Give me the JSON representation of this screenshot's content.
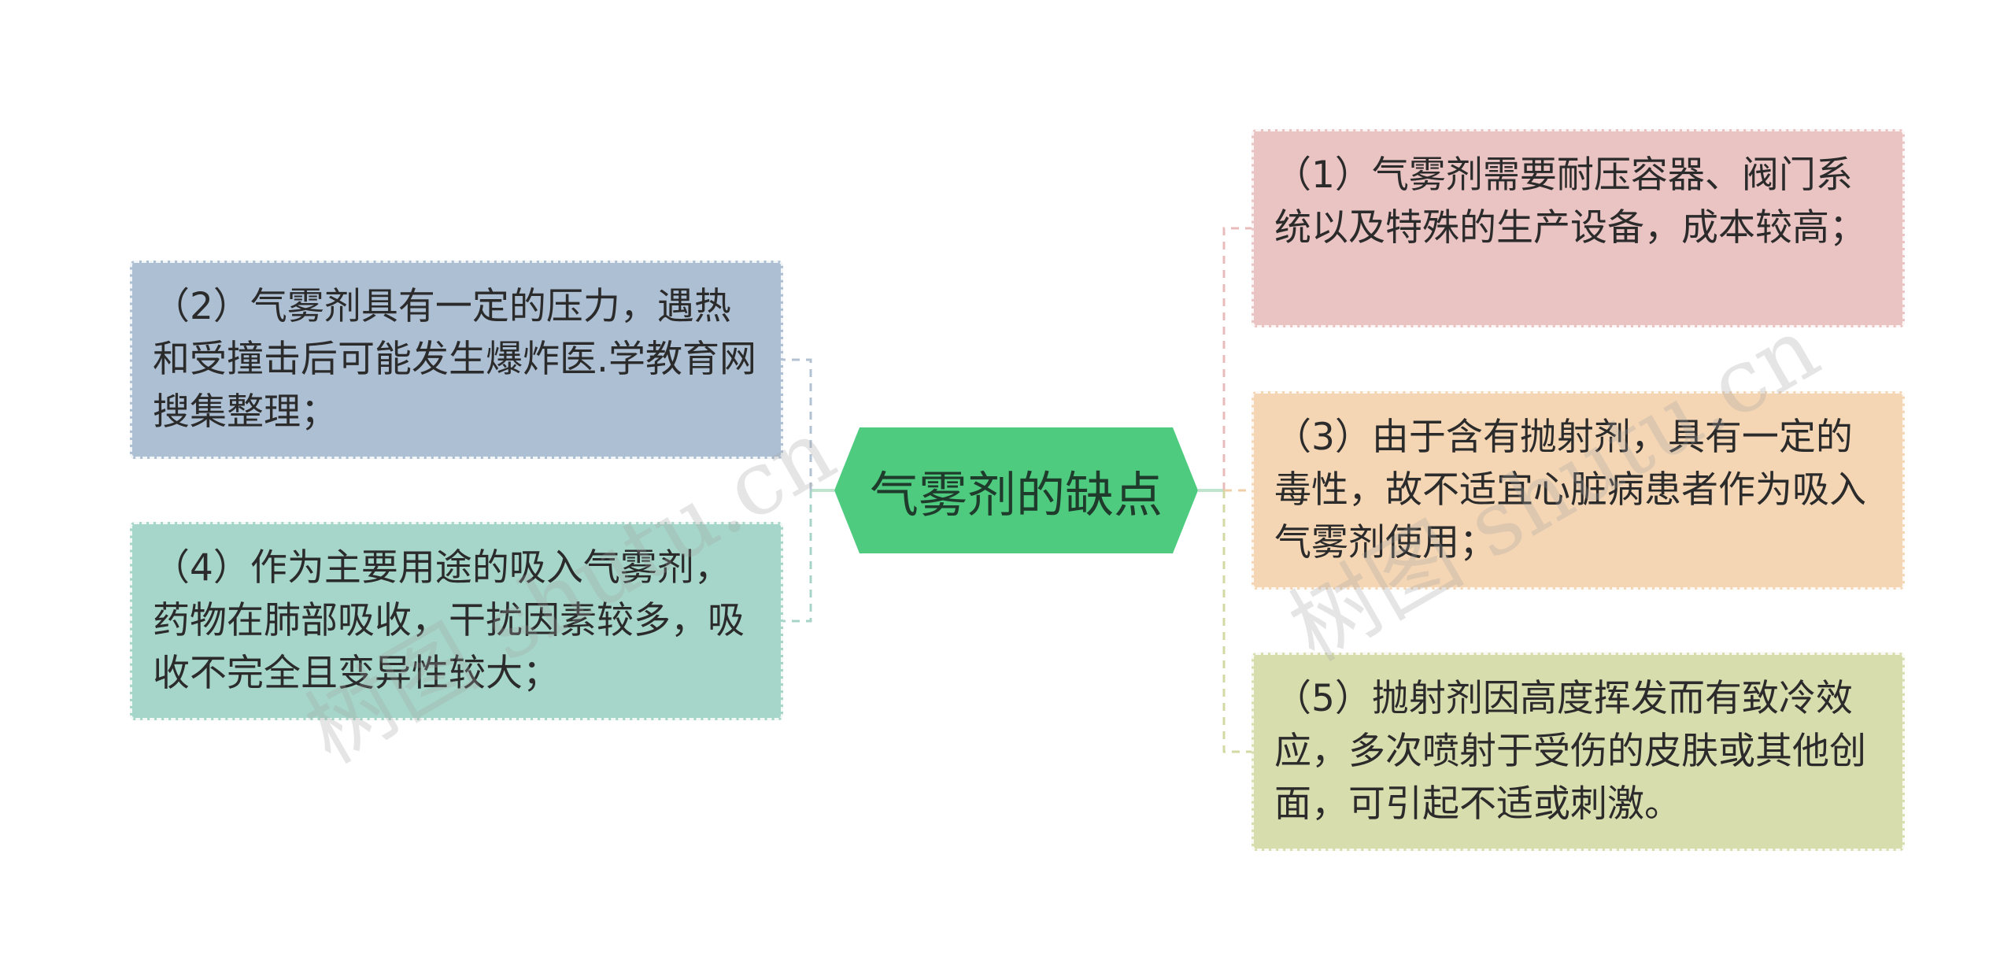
{
  "central": {
    "label": "气雾剂的缺点"
  },
  "branches": {
    "right": [
      {
        "text": "（1）气雾剂需要耐压容器、阀门系统以及特殊的生产设备，成本较高；",
        "color": "#eac3c3"
      },
      {
        "text": "（3）由于含有抛射剂，具有一定的毒性，故不适宜心脏病患者作为吸入气雾剂使用；",
        "color": "#f4d6b4"
      },
      {
        "text": "（5）抛射剂因高度挥发而有致冷效应，多次喷射于受伤的皮肤或其他创面，可引起不适或刺激。",
        "color": "#d8ddad"
      }
    ],
    "left": [
      {
        "text": "（2）气雾剂具有一定的压力，遇热和受撞击后可能发生爆炸医.学教育网搜集整理；",
        "color": "#adbfd3"
      },
      {
        "text": "（4）作为主要用途的吸入气雾剂，药物在肺部吸收，干扰因素较多，吸收不完全且变异性较大；",
        "color": "#a6d6c9"
      }
    ]
  },
  "colors": {
    "central_fill": "#4ecb7f",
    "connector_pink": "#e8bcbc",
    "connector_orange": "#f0cfa8",
    "connector_olive": "#d3d9a3",
    "connector_blue": "#b3c2d3",
    "connector_teal": "#a8d4c8",
    "connector_center": "#bfe3cc"
  },
  "watermark": {
    "text": "树图 shutu.cn"
  }
}
